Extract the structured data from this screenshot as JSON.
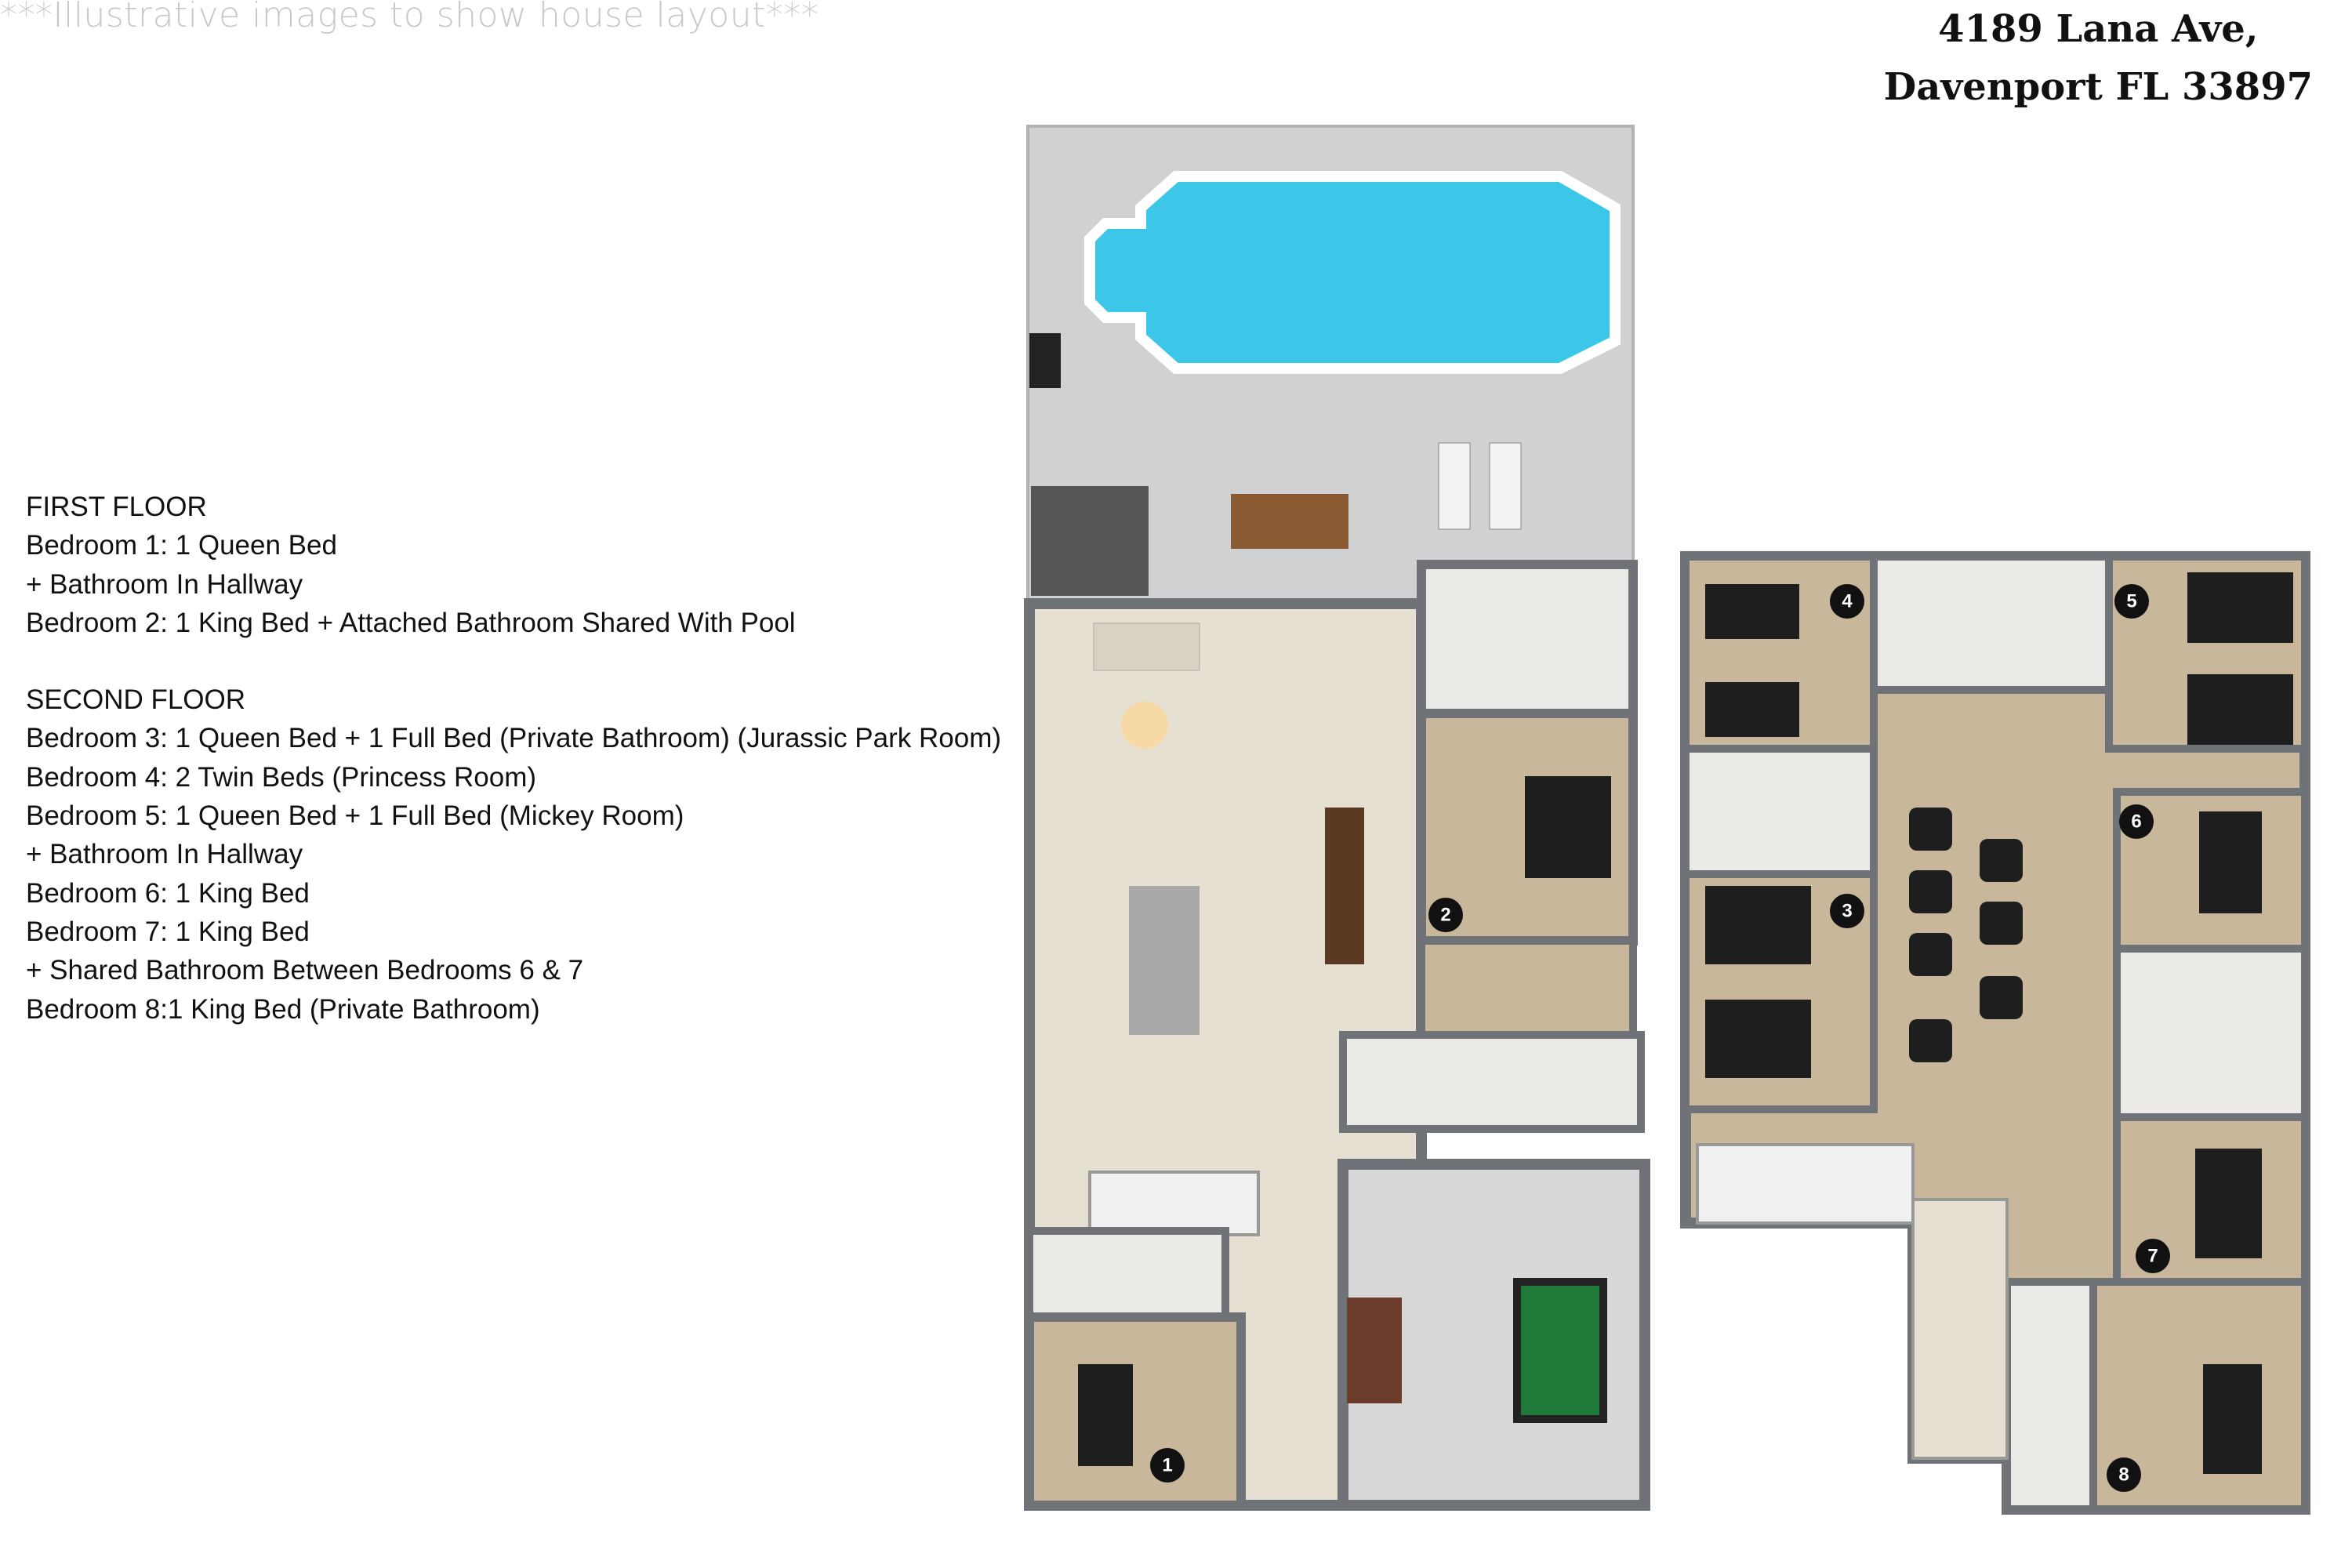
{
  "disclaimer": "***Illustrative images to show house layout***",
  "address": {
    "line1": "4189 Lana Ave,",
    "line2": "Davenport FL 33897"
  },
  "legend": {
    "first_floor": {
      "heading": "FIRST FLOOR",
      "lines": [
        "Bedroom 1: 1 Queen Bed",
        "+ Bathroom In Hallway",
        "Bedroom 2: 1 King Bed + Attached Bathroom Shared With Pool"
      ]
    },
    "second_floor": {
      "heading": "SECOND FLOOR",
      "lines": [
        "Bedroom 3: 1 Queen Bed + 1 Full Bed (Private Bathroom) (Jurassic Park Room)",
        "Bedroom 4: 2 Twin Beds (Princess Room)",
        "Bedroom 5: 1 Queen Bed + 1 Full Bed (Mickey Room)",
        "+ Bathroom In Hallway",
        "Bedroom 6: 1 King Bed",
        "Bedroom 7: 1 King Bed",
        "+ Shared Bathroom Between Bedrooms 6 & 7",
        "Bedroom 8:1 King Bed (Private Bathroom)"
      ]
    }
  },
  "plan": {
    "bedroom_markers": [
      "1",
      "2",
      "3",
      "4",
      "5",
      "6",
      "7",
      "8"
    ],
    "colors": {
      "wall": "#6f7378",
      "carpet": "#c9b79b",
      "tile": "#e6e0d2",
      "deck": "#cfd1d3",
      "pool": "#3cc6e8",
      "billiard": "#1f7a3a"
    }
  }
}
